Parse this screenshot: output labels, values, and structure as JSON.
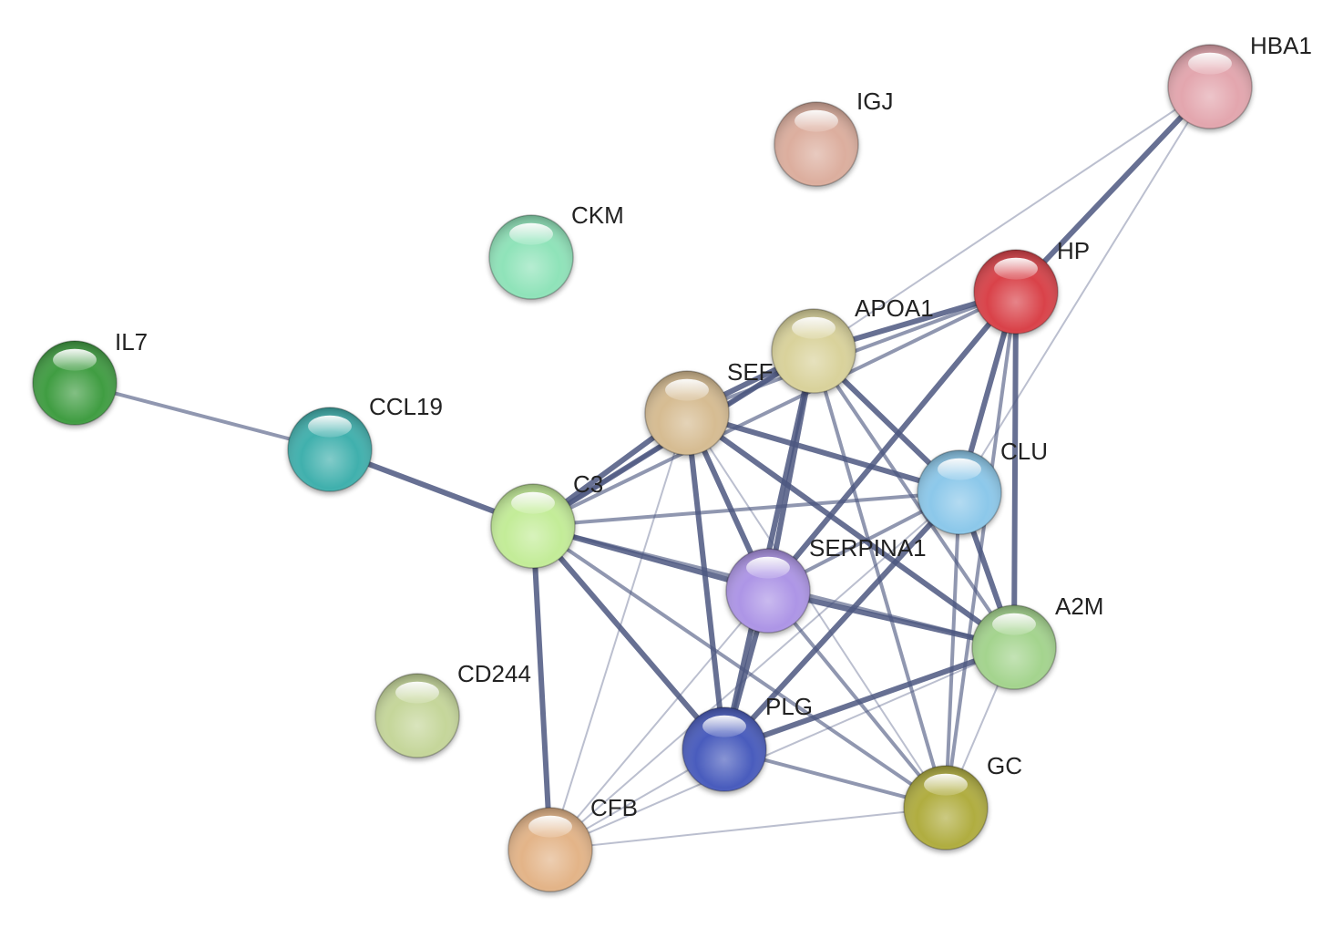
{
  "network": {
    "nodes": [
      {
        "id": "HBA1",
        "label": "HBA1",
        "color": "#e3a6ae"
      },
      {
        "id": "IGJ",
        "label": "IGJ",
        "color": "#dcae9e"
      },
      {
        "id": "CKM",
        "label": "CKM",
        "color": "#8fe3b9"
      },
      {
        "id": "HP",
        "label": "HP",
        "color": "#d9434a"
      },
      {
        "id": "APOA1",
        "label": "APOA1",
        "color": "#d9d29b"
      },
      {
        "id": "SERPINA3",
        "label": "SEF",
        "color": "#d6bc92"
      },
      {
        "id": "IL7",
        "label": "IL7",
        "color": "#3f9d42"
      },
      {
        "id": "CCL19",
        "label": "CCL19",
        "color": "#3fb0ad"
      },
      {
        "id": "C3",
        "label": "C3",
        "color": "#c3ec98"
      },
      {
        "id": "CLU",
        "label": "CLU",
        "color": "#8cc8ea"
      },
      {
        "id": "SERPINA1",
        "label": "SERPINA1",
        "color": "#ad95e6"
      },
      {
        "id": "A2M",
        "label": "A2M",
        "color": "#a4d48e"
      },
      {
        "id": "CD244",
        "label": "CD244",
        "color": "#c5d69a"
      },
      {
        "id": "PLG",
        "label": "PLG",
        "color": "#4a5bbd"
      },
      {
        "id": "GC",
        "label": "GC",
        "color": "#b0ad40"
      },
      {
        "id": "CFB",
        "label": "CFB",
        "color": "#e3b488"
      }
    ],
    "edges": [
      {
        "source": "IL7",
        "target": "CCL19",
        "weight": 2
      },
      {
        "source": "CCL19",
        "target": "C3",
        "weight": 3
      },
      {
        "source": "HBA1",
        "target": "HP",
        "weight": 3
      },
      {
        "source": "HBA1",
        "target": "APOA1",
        "weight": 1
      },
      {
        "source": "HBA1",
        "target": "CLU",
        "weight": 1
      },
      {
        "source": "HP",
        "target": "APOA1",
        "weight": 3
      },
      {
        "source": "HP",
        "target": "SERPINA3",
        "weight": 2
      },
      {
        "source": "HP",
        "target": "C3",
        "weight": 2
      },
      {
        "source": "HP",
        "target": "CLU",
        "weight": 3
      },
      {
        "source": "HP",
        "target": "SERPINA1",
        "weight": 3
      },
      {
        "source": "HP",
        "target": "A2M",
        "weight": 3
      },
      {
        "source": "HP",
        "target": "GC",
        "weight": 2
      },
      {
        "source": "APOA1",
        "target": "SERPINA3",
        "weight": 3
      },
      {
        "source": "APOA1",
        "target": "C3",
        "weight": 3
      },
      {
        "source": "APOA1",
        "target": "CLU",
        "weight": 3
      },
      {
        "source": "APOA1",
        "target": "SERPINA1",
        "weight": 3
      },
      {
        "source": "APOA1",
        "target": "A2M",
        "weight": 2
      },
      {
        "source": "APOA1",
        "target": "PLG",
        "weight": 3
      },
      {
        "source": "APOA1",
        "target": "GC",
        "weight": 2
      },
      {
        "source": "SERPINA3",
        "target": "C3",
        "weight": 3
      },
      {
        "source": "SERPINA3",
        "target": "CLU",
        "weight": 3
      },
      {
        "source": "SERPINA3",
        "target": "SERPINA1",
        "weight": 3
      },
      {
        "source": "SERPINA3",
        "target": "A2M",
        "weight": 3
      },
      {
        "source": "SERPINA3",
        "target": "PLG",
        "weight": 3
      },
      {
        "source": "SERPINA3",
        "target": "GC",
        "weight": 1
      },
      {
        "source": "SERPINA3",
        "target": "CFB",
        "weight": 1
      },
      {
        "source": "C3",
        "target": "CLU",
        "weight": 2
      },
      {
        "source": "C3",
        "target": "SERPINA1",
        "weight": 3
      },
      {
        "source": "C3",
        "target": "A2M",
        "weight": 2
      },
      {
        "source": "C3",
        "target": "PLG",
        "weight": 3
      },
      {
        "source": "C3",
        "target": "GC",
        "weight": 2
      },
      {
        "source": "C3",
        "target": "CFB",
        "weight": 3
      },
      {
        "source": "CLU",
        "target": "SERPINA1",
        "weight": 2
      },
      {
        "source": "CLU",
        "target": "A2M",
        "weight": 3
      },
      {
        "source": "CLU",
        "target": "PLG",
        "weight": 3
      },
      {
        "source": "CLU",
        "target": "GC",
        "weight": 2
      },
      {
        "source": "SERPINA1",
        "target": "A2M",
        "weight": 3
      },
      {
        "source": "SERPINA1",
        "target": "PLG",
        "weight": 3
      },
      {
        "source": "SERPINA1",
        "target": "GC",
        "weight": 2
      },
      {
        "source": "SERPINA1",
        "target": "CFB",
        "weight": 1
      },
      {
        "source": "A2M",
        "target": "PLG",
        "weight": 3
      },
      {
        "source": "A2M",
        "target": "GC",
        "weight": 1
      },
      {
        "source": "A2M",
        "target": "CFB",
        "weight": 1
      },
      {
        "source": "PLG",
        "target": "GC",
        "weight": 2
      },
      {
        "source": "PLG",
        "target": "CFB",
        "weight": 1
      },
      {
        "source": "GC",
        "target": "CFB",
        "weight": 1
      },
      {
        "source": "C3",
        "target": "APOA1",
        "weight": 2
      },
      {
        "source": "CFB",
        "target": "CLU",
        "weight": 1
      }
    ],
    "edge_color": "#4c5780"
  }
}
